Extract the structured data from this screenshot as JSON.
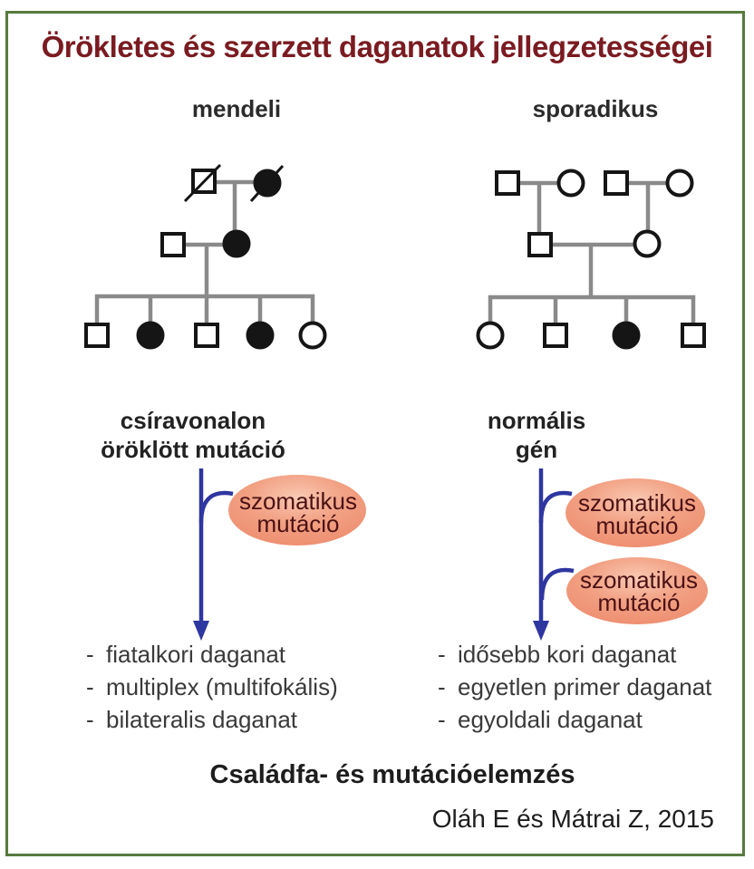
{
  "title": "Örökletes és szerzett daganatok jellegzetességei",
  "columns": {
    "left": {
      "header": "mendeli",
      "gene_line1": "csíravonalon",
      "gene_line2": "öröklött mutáció",
      "outcomes": [
        "fiatalkori daganat",
        "multiplex (multifokális)",
        "bilateralis daganat"
      ]
    },
    "right": {
      "header": "sporadikus",
      "gene_line1": "normális",
      "gene_line2": "gén",
      "outcomes": [
        "idősebb kori daganat",
        "egyetlen primer daganat",
        "egyoldali daganat"
      ]
    }
  },
  "bullet": "-",
  "somatic": {
    "line1": "szomatikus",
    "line2": "mutáció"
  },
  "footer": {
    "caption": "Családfa- és mutációelemzés",
    "credit": "Oláh E és Mátrai Z, 2015"
  },
  "colors": {
    "border_green": "#567b3d",
    "title_maroon": "#7a1b21",
    "arrow_blue": "#2e36a0",
    "ellipse_salmon": "#ed8a6c",
    "ellipse_text_maroon": "#4b1114",
    "pedigree_line_gray": "#8a8a8a",
    "symbol_black": "#151515"
  },
  "pedigree_summary": {
    "mendeli": {
      "generation_I": [
        "male deceased",
        "female affected deceased"
      ],
      "generation_II": [
        "male",
        "female affected"
      ],
      "generation_III": [
        "male",
        "female affected",
        "male",
        "female affected",
        "female"
      ]
    },
    "sporadikus": {
      "generation_I": [
        "male",
        "female",
        "male",
        "female"
      ],
      "generation_II": [
        "male",
        "female"
      ],
      "generation_III": [
        "female",
        "male",
        "female affected",
        "male"
      ]
    }
  }
}
